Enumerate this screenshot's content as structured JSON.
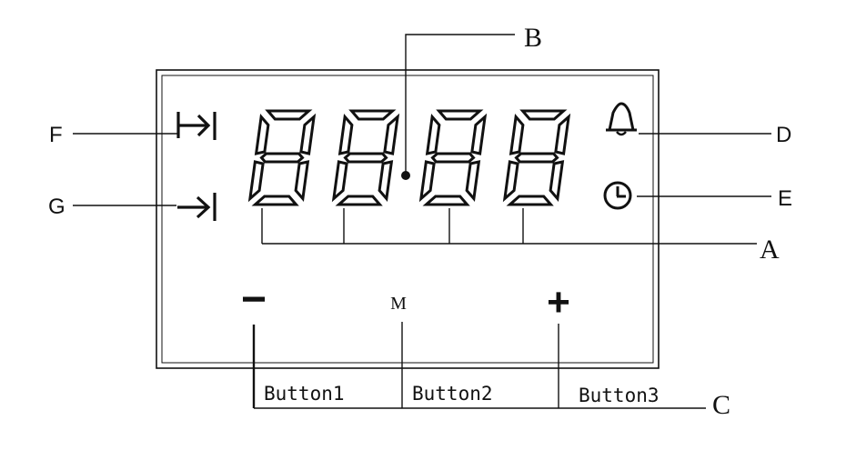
{
  "display": {
    "digits": [
      "8",
      "8",
      "8",
      "8"
    ],
    "mode_key": "M",
    "minus_key": "−",
    "plus_key": "+"
  },
  "callouts": {
    "A": "A",
    "B": "B",
    "C": "C",
    "D": "D",
    "E": "E",
    "F": "F",
    "G": "G"
  },
  "buttons": [
    {
      "label": "Button1"
    },
    {
      "label": "Button2"
    },
    {
      "label": "Button3"
    }
  ],
  "icons": {
    "F": "skip-to-end-icon",
    "G": "arrow-to-bar-icon",
    "D": "bell-icon",
    "E": "clock-icon"
  }
}
